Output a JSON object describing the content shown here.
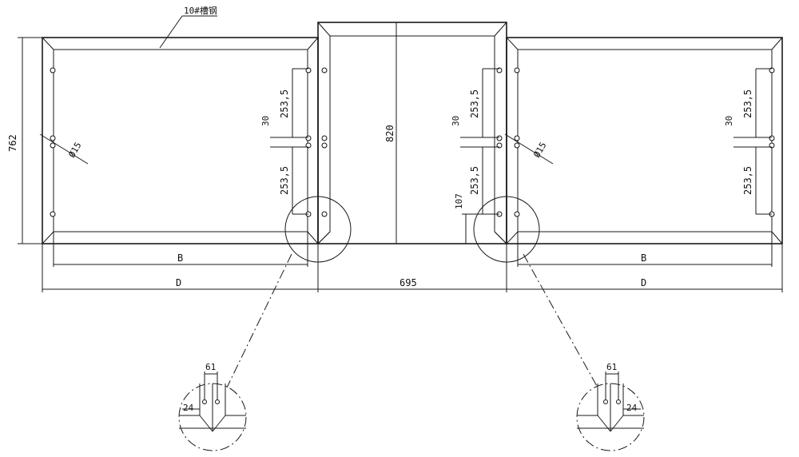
{
  "labels": {
    "material": "10#槽钢",
    "height_left": "762",
    "height_mid": "820",
    "spacing_upper": "253,5",
    "spacing_lower": "253,5",
    "slot": "30",
    "hole_dia": "Ø15",
    "offset_107": "107",
    "width_B": "B",
    "width_D": "D",
    "width_mid": "695",
    "detail_61": "61",
    "detail_24": "24"
  }
}
